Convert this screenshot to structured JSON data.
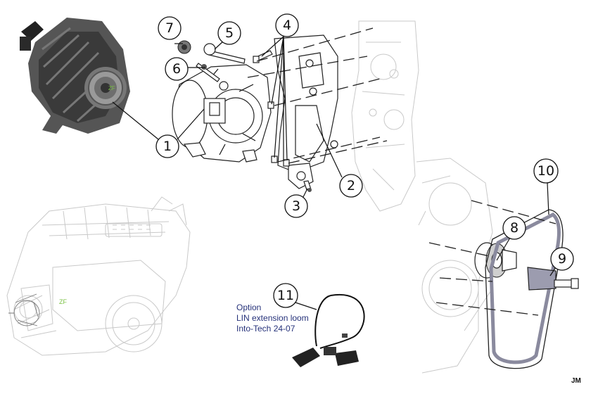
{
  "callouts": [
    {
      "number": "1"
    },
    {
      "number": "2"
    },
    {
      "number": "3"
    },
    {
      "number": "4"
    },
    {
      "number": "5"
    },
    {
      "number": "6"
    },
    {
      "number": "7"
    },
    {
      "number": "8"
    },
    {
      "number": "9"
    },
    {
      "number": "10"
    },
    {
      "number": "11"
    }
  ],
  "option_note": {
    "line1": "Option",
    "line2": "LIN extension loom",
    "line3": "Into-Tech 24-07"
  },
  "initials": "JM",
  "colors": {
    "caption": "#26327a",
    "logo_green": "#7bc144",
    "ghost_lines": "#c9c9c9"
  }
}
